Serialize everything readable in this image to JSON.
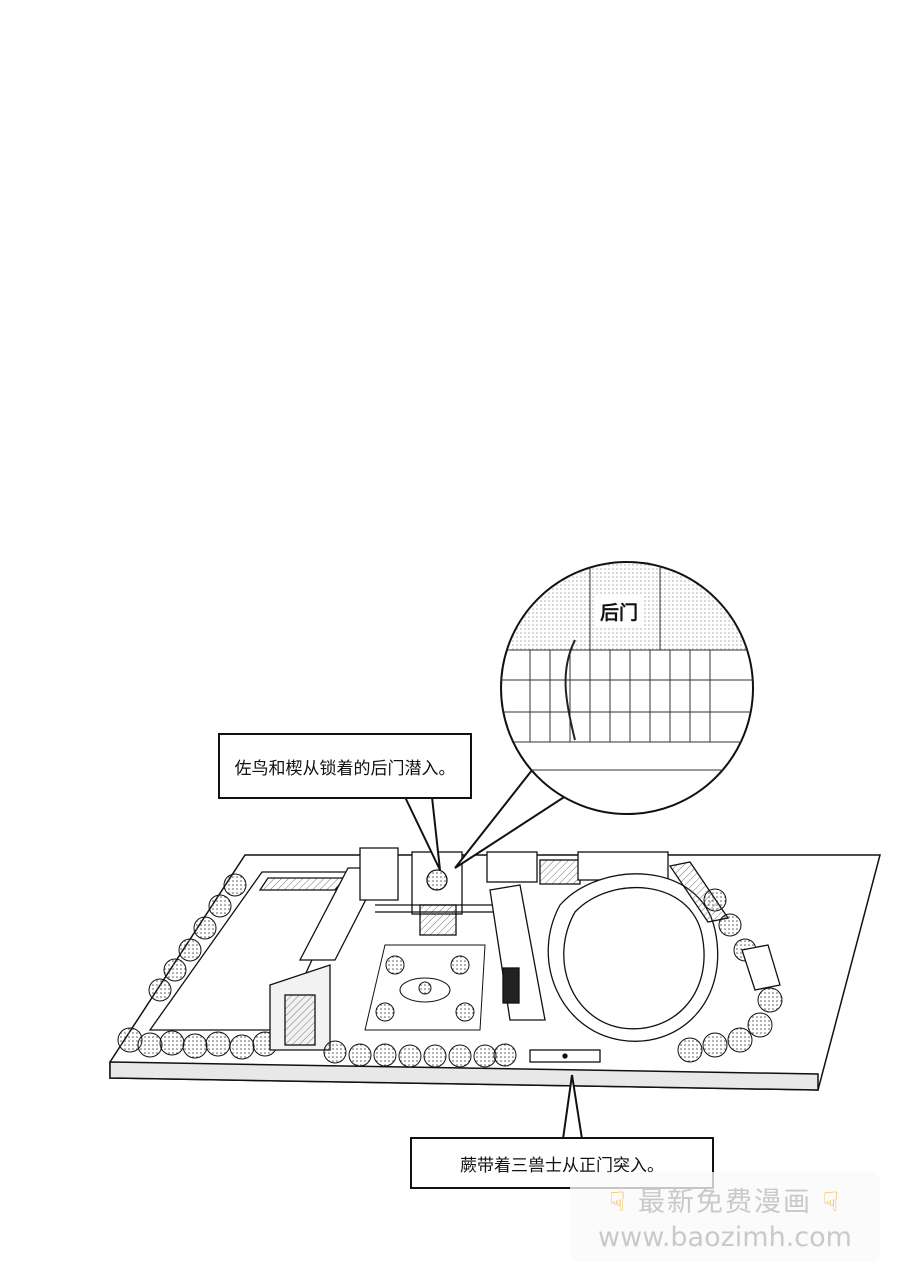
{
  "captions": {
    "back_gate_entry": "佐鸟和楔从锁着的后门潜入。",
    "front_gate_entry": "蕨带着三兽士从正门突入。"
  },
  "inset": {
    "label": "后门"
  },
  "watermark": {
    "line1": "最新免费漫画",
    "line2": "www.baozimh.com",
    "icon": "pointing-down-hand-icon"
  },
  "colors": {
    "ink": "#111111",
    "paper": "#ffffff",
    "watermark_text": "#c9c9c9",
    "watermark_icon": "#f1b53a"
  }
}
